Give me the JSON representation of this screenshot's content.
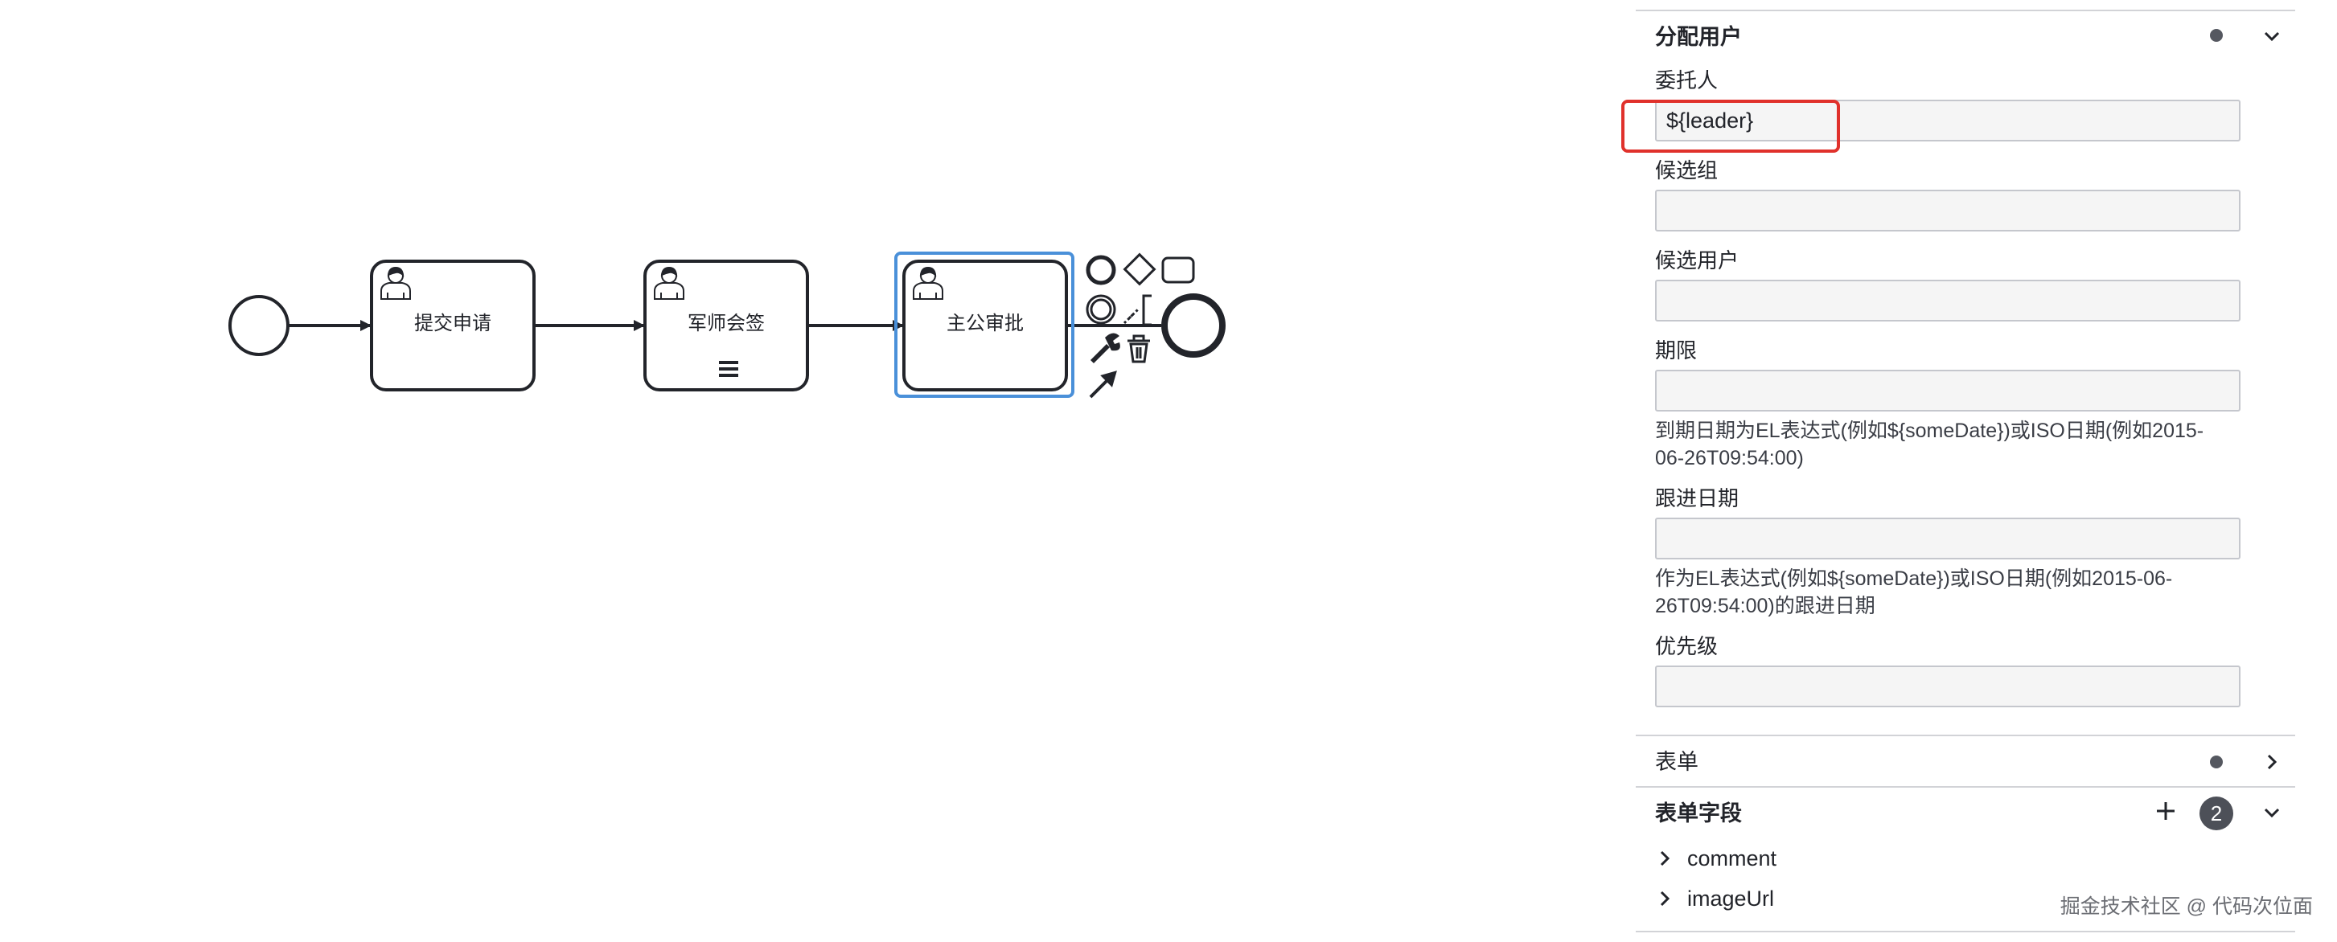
{
  "diagram": {
    "tasks": [
      {
        "id": "task1",
        "label": "提交申请",
        "type": "user-task"
      },
      {
        "id": "task2",
        "label": "军师会签",
        "type": "user-task-multi-instance"
      },
      {
        "id": "task3",
        "label": "主公审批",
        "type": "user-task",
        "selected": true
      }
    ],
    "start_event": "start-event",
    "end_event": "end-event",
    "context_pad": [
      "end-event-icon",
      "gateway-icon",
      "task-icon",
      "intermediate-event-icon",
      "annotation-icon",
      "wrench-icon",
      "trash-icon",
      "connect-arrow-icon"
    ]
  },
  "panel": {
    "assignment": {
      "title": "分配用户",
      "fields": [
        {
          "label": "委托人",
          "value": "${leader}"
        },
        {
          "label": "候选组",
          "value": ""
        },
        {
          "label": "候选用户",
          "value": ""
        },
        {
          "label": "期限",
          "value": "",
          "hint": "到期日期为EL表达式(例如${someDate})或ISO日期(例如2015-06-26T09:54:00)"
        },
        {
          "label": "跟进日期",
          "value": "",
          "hint": "作为EL表达式(例如${someDate})或ISO日期(例如2015-06-26T09:54:00)的跟进日期"
        },
        {
          "label": "优先级",
          "value": ""
        }
      ]
    },
    "form": {
      "title": "表单"
    },
    "form_fields": {
      "title": "表单字段",
      "count": "2",
      "items": [
        "comment",
        "imageUrl"
      ]
    }
  },
  "watermark": "掘金技术社区 @ 代码次位面",
  "colors": {
    "selection": "#4a90d9",
    "highlight": "#e0312b",
    "stroke": "#22242a"
  }
}
